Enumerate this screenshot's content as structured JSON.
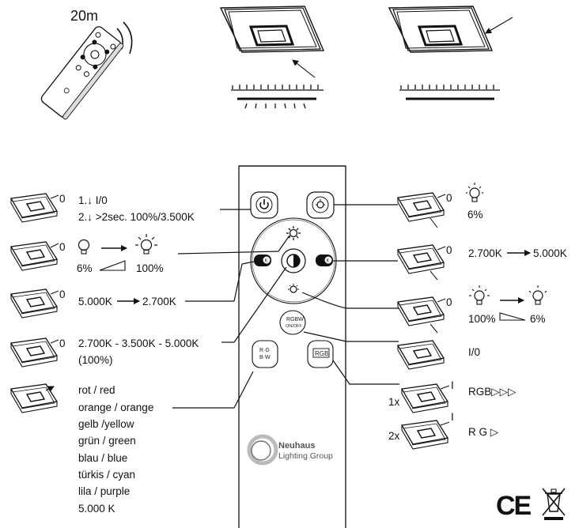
{
  "range": "20m",
  "left_labels": {
    "power_line1": "1.↓  I/0",
    "power_line2": "2.↓  >2sec. 100%/3.500K",
    "dim_low": "6%",
    "dim_high": "100%",
    "warm_to_cold": "5.000K",
    "warm_to_cold_target": "2.700K",
    "presets_line1": "2.700K - 3.500K - 5.000K",
    "presets_line2": "(100%)"
  },
  "color_list": [
    "rot / red",
    "orange / orange",
    "gelb /yellow",
    "grün / green",
    "blau / blue",
    "türkis / cyan",
    "lila / purple",
    "5.000 K"
  ],
  "right_labels": {
    "night_percent": "6%",
    "cct_from": "2.700K",
    "cct_to": "5.000K",
    "dim_from": "100%",
    "dim_to": "6%",
    "rgbw_toggle": "I/0",
    "rgb_x1_count": "1x",
    "rgb_x1_label": "RGB▷▷▷",
    "rgb_x2_count": "2x",
    "rgb_x2_label": "R  G ▷"
  },
  "remote": {
    "rgbw_button": "RGBW",
    "rgbw_sub": "ON/OFF",
    "rg_button": "R·G",
    "bw_button": "B·W",
    "rgb_button": "RGB",
    "brand_name": "Neuhaus",
    "brand_sub": "Lighting Group"
  },
  "panel_marks": {
    "zero": "0",
    "one": "I"
  },
  "certification": "CE",
  "icons": [
    "power-icon",
    "sun-icon",
    "bulb-icon",
    "half-circle-icon",
    "weee-bin-icon"
  ]
}
